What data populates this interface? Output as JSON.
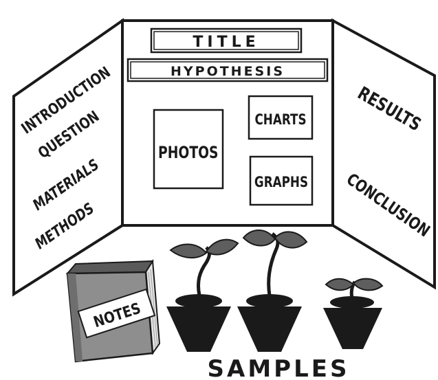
{
  "board": {
    "center": {
      "title": "TITLE",
      "hypothesis": "HYPOTHESIS",
      "photos": "PHOTOS",
      "charts": "CHARTS",
      "graphs": "GRAPHS"
    },
    "left_panel": [
      "INTRODUCTION",
      "QUESTION",
      "MATERIALS",
      "METHODS"
    ],
    "right_panel": [
      "RESULTS",
      "CONCLUSION"
    ]
  },
  "book": {
    "label": "NOTES"
  },
  "samples": {
    "label": "SAMPLES"
  },
  "colors": {
    "ink": "#1a1a1a",
    "paper": "#ffffff",
    "book": "#8e8e8e",
    "plant_leaf": "#5e5e5e"
  }
}
